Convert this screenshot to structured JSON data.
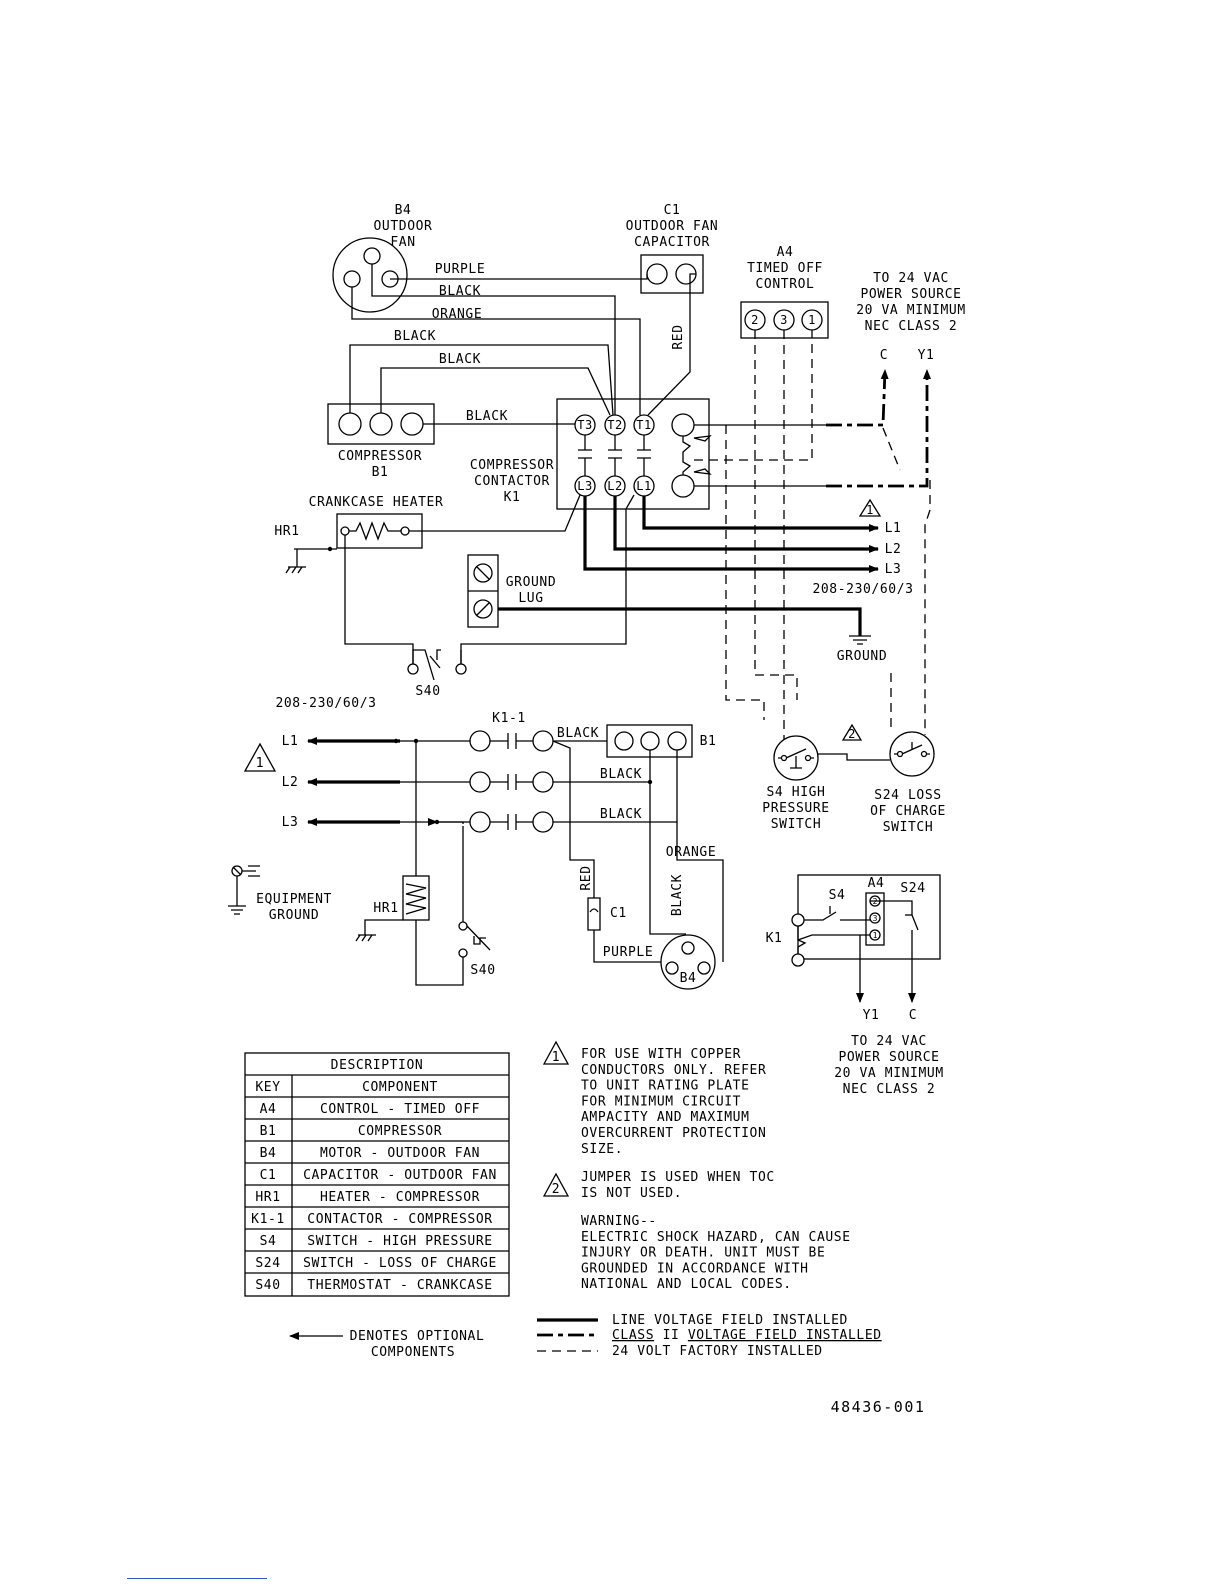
{
  "components": {
    "b4": {
      "key": "B4",
      "title1": "OUTDOOR",
      "title2": "FAN"
    },
    "c1": {
      "key": "C1",
      "title1": "OUTDOOR FAN",
      "title2": "CAPACITOR"
    },
    "a4": {
      "key": "A4",
      "title1": "TIMED OFF",
      "title2": "CONTROL",
      "t2": "2",
      "t3": "3",
      "t1": "1"
    },
    "b1": {
      "label": "COMPRESSOR",
      "key": "B1"
    },
    "k1": {
      "line1": "COMPRESSOR",
      "line2": "CONTACTOR",
      "key": "K1",
      "t3": "T3",
      "t2": "T2",
      "t1": "T1",
      "l3": "L3",
      "l2": "L2",
      "l1": "L1"
    },
    "hr1": {
      "title": "CRANKCASE HEATER",
      "key": "HR1"
    },
    "ground_lug": {
      "line1": "GROUND",
      "line2": "LUG"
    },
    "s40": {
      "key": "S40"
    },
    "s4": {
      "line1": "S4 HIGH",
      "line2": "PRESSURE",
      "line3": "SWITCH"
    },
    "s24": {
      "line1": "S24 LOSS",
      "line2": "OF CHARGE",
      "line3": "SWITCH"
    }
  },
  "wires": {
    "purple": "PURPLE",
    "black": "BLACK",
    "orange": "ORANGE",
    "red": "RED"
  },
  "supply": {
    "power_line1": "TO 24 VAC",
    "power_line2": "POWER SOURCE",
    "power_line3": "20 VA MINIMUM",
    "power_line4": "NEC CLASS 2",
    "c": "C",
    "y1": "Y1",
    "l1": "L1",
    "l2": "L2",
    "l3": "L3",
    "voltage": "208-230/60/3",
    "ground": "GROUND"
  },
  "schematic": {
    "voltage": "208-230/60/3",
    "k1_1": "K1-1",
    "b1": "B1",
    "c1": "C1",
    "b4": "B4",
    "hr1": "HR1",
    "s40": "S40",
    "eq_ground1": "EQUIPMENT",
    "eq_ground2": "GROUND",
    "note_mark_1": "1",
    "note_mark_2": "2"
  },
  "control": {
    "a4": "A4",
    "s4": "S4",
    "s24": "S24",
    "k1": "K1",
    "pin2": "2",
    "pin3": "3",
    "pin1": "1",
    "y1": "Y1",
    "c": "C"
  },
  "legend": {
    "title": "DESCRIPTION",
    "header_key": "KEY",
    "header_component": "COMPONENT",
    "rows": [
      {
        "key": "A4",
        "component": "CONTROL - TIMED OFF"
      },
      {
        "key": "B1",
        "component": "COMPRESSOR"
      },
      {
        "key": "B4",
        "component": "MOTOR - OUTDOOR FAN"
      },
      {
        "key": "C1",
        "component": "CAPACITOR - OUTDOOR FAN"
      },
      {
        "key": "HR1",
        "component": "HEATER - COMPRESSOR"
      },
      {
        "key": "K1-1",
        "component": "CONTACTOR - COMPRESSOR"
      },
      {
        "key": "S4",
        "component": "SWITCH - HIGH PRESSURE"
      },
      {
        "key": "S24",
        "component": "SWITCH - LOSS OF CHARGE"
      },
      {
        "key": "S40",
        "component": "THERMOSTAT - CRANKCASE"
      }
    ]
  },
  "notes": {
    "note1": [
      "FOR USE WITH COPPER",
      "CONDUCTORS ONLY. REFER",
      "TO UNIT RATING PLATE",
      "FOR MINIMUM CIRCUIT",
      "AMPACITY AND MAXIMUM",
      "OVERCURRENT PROTECTION",
      "SIZE."
    ],
    "note2": [
      "JUMPER IS USED WHEN TOC",
      "IS NOT USED."
    ],
    "warning": [
      "WARNING--",
      "ELECTRIC SHOCK HAZARD, CAN CAUSE",
      "INJURY OR DEATH. UNIT MUST BE",
      "GROUNDED IN ACCORDANCE WITH",
      "NATIONAL AND LOCAL CODES."
    ]
  },
  "line_legend": {
    "line_voltage": "LINE VOLTAGE FIELD INSTALLED",
    "class2_a": "CLASS",
    "class2_b": " II ",
    "class2_c": "VOLTAGE FIELD INSTALLED",
    "factory": "24 VOLT FACTORY INSTALLED"
  },
  "optional": {
    "line1": "DENOTES OPTIONAL",
    "line2": "COMPONENTS"
  },
  "drawing_number": "48436-001"
}
